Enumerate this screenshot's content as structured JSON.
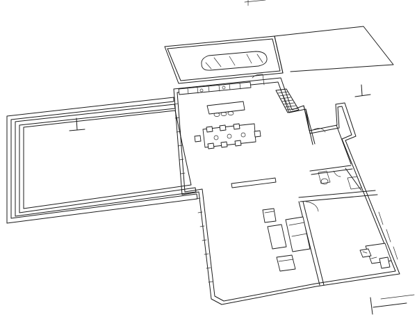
{
  "drawing": {
    "kind": "architectural floor plan sketch",
    "line_color": "#1a1a1a",
    "background": "#ffffff",
    "labels": []
  },
  "elements": [
    "garage-area",
    "car-icon",
    "kitchen-counter",
    "staircase",
    "kitchen-island",
    "dining-table",
    "swimming-pool",
    "pool-section-marker",
    "living-room",
    "fireplace-bench",
    "sofa",
    "armchair",
    "bathroom",
    "bedroom",
    "office-desk",
    "section-marker"
  ]
}
